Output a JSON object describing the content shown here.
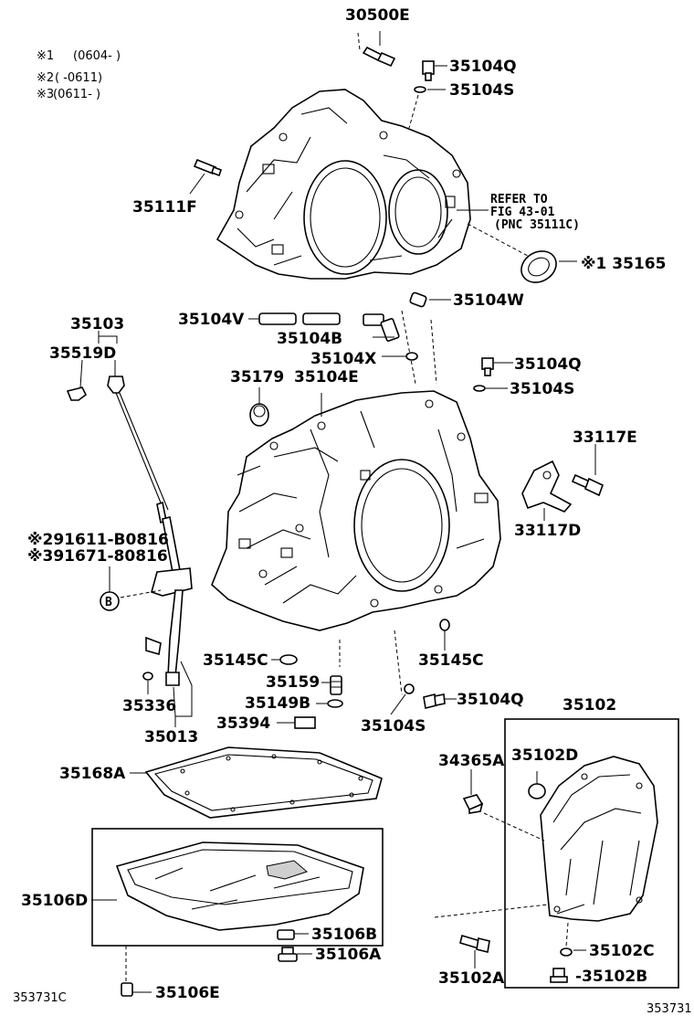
{
  "notes": [
    {
      "mark": "※1",
      "text": "(0604-     )"
    },
    {
      "mark": "※2",
      "text": "(      -0611)"
    },
    {
      "mark": "※3",
      "text": "(0611-      )"
    }
  ],
  "refer": [
    "REFER TO",
    "FIG 43-01",
    "(PNC 35111C)"
  ],
  "callouts": {
    "c30500E": "30500E",
    "c35104Q_a": "35104Q",
    "c35104S_a": "35104S",
    "c35111F": "35111F",
    "c35165": "※1 35165",
    "c35104W": "35104W",
    "c35104V": "35104V",
    "c35104B": "35104B",
    "c35104X": "35104X",
    "c35103": "35103",
    "c35519D": "35519D",
    "c35179": "35179",
    "c35104E": "35104E",
    "c35104Q_b": "35104Q",
    "c35104S_b": "35104S",
    "c33117E": "33117E",
    "c33117D": "33117D",
    "c91611": "※291611-B0816",
    "c91671": "※391671-80816",
    "c35145C_a": "35145C",
    "c35145C_b": "35145C",
    "c35159": "35159",
    "c35149B": "35149B",
    "c35394": "35394",
    "c35104Q_c": "35104Q",
    "c35104S_c": "35104S",
    "c35336": "35336",
    "c35013": "35013",
    "c35102": "35102",
    "c35102D": "35102D",
    "c34365A": "34365A",
    "c35168A": "35168A",
    "c35106D": "35106D",
    "c35106B": "35106B",
    "c35106A": "35106A",
    "c35106E": "35106E",
    "c35102A": "35102A",
    "c35102C": "35102C",
    "c35102B": "-35102B",
    "circleB": "B"
  },
  "footer": {
    "left_code": "353731C",
    "right_code": "353731"
  }
}
